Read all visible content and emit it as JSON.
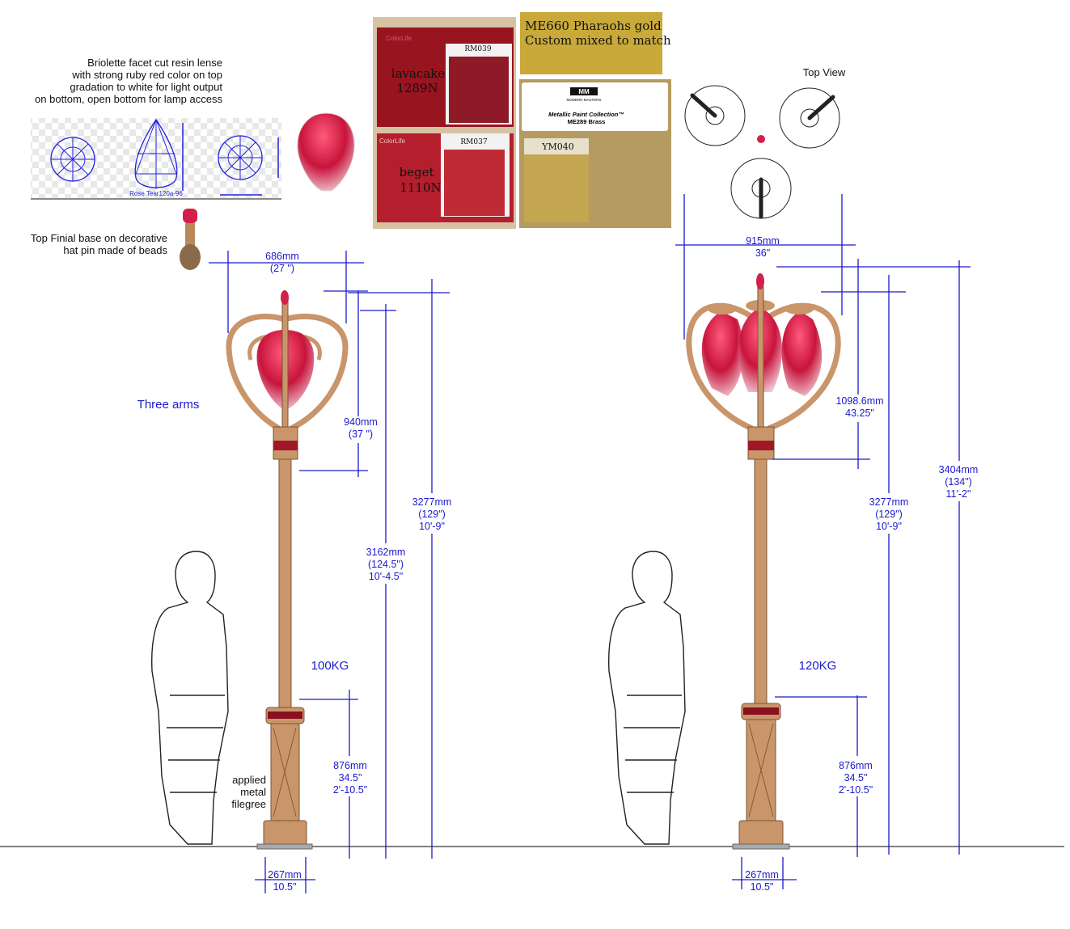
{
  "notes": {
    "lens": [
      "Briolette facet cut resin lense",
      "with strong ruby red color on top",
      "gradation to white for light output",
      "on bottom, open bottom for lamp access"
    ],
    "gem_label": "Rose Tear120a-96",
    "finial": [
      "Top Finial base on decorative",
      "hat pin made of beads"
    ],
    "three_arms": "Three arms",
    "filigree": [
      "applied",
      "metal",
      "filegree"
    ],
    "top_view": "Top View"
  },
  "swatches": {
    "s1": {
      "brand": "ColorLife",
      "code": "RM039",
      "name": "lavacake",
      "num": "1289N"
    },
    "s2": {
      "brand": "ColorLife",
      "code": "RM037",
      "name": "beget",
      "num": "1110N"
    },
    "gold": [
      "ME660 Pharaohs gold",
      "Custom mixed to match"
    ],
    "brass": {
      "logo": "MM",
      "brand": "MODERN MASTERS",
      "line1": "Metallic Paint Collection™",
      "line2": "ME289 Brass",
      "code": "YM040"
    }
  },
  "left": {
    "width": [
      "686mm",
      "(27 \")"
    ],
    "head": [
      "940mm",
      "(37 \")"
    ],
    "h1": [
      "3162mm",
      "(124.5\")",
      "10'-4.5\""
    ],
    "h2": [
      "3277mm",
      "(129\")",
      "10'-9\""
    ],
    "weight": "100KG",
    "base": [
      "876mm",
      "34.5\"",
      "2'-10.5\""
    ],
    "foot": [
      "267mm",
      "10.5\""
    ]
  },
  "right": {
    "width": [
      "915mm",
      "36\""
    ],
    "head": [
      "1098.6mm",
      "43.25\""
    ],
    "h1": [
      "3277mm",
      "(129\")",
      "10'-9\""
    ],
    "h2": [
      "3404mm",
      "(134\")",
      "11'-2\""
    ],
    "weight": "120KG",
    "base": [
      "876mm",
      "34.5\"",
      "2'-10.5\""
    ],
    "foot": [
      "267mm",
      "10.5\""
    ]
  },
  "colors": {
    "dimension": "#1a1acc",
    "bronze": "#c9956a",
    "ruby": "#c8143c",
    "red_card": "#a8182a",
    "gold": "#c9a93a"
  }
}
